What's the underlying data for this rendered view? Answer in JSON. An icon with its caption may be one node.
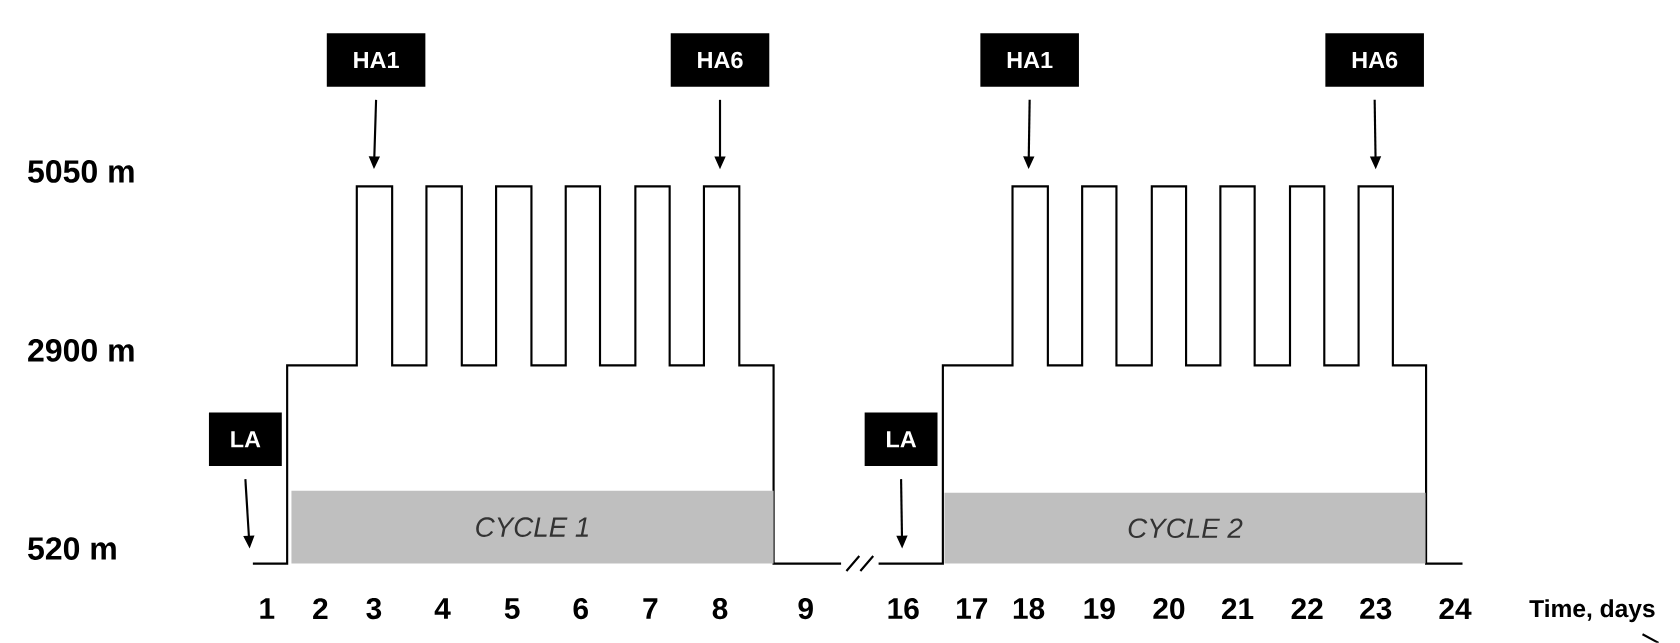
{
  "diagram": {
    "nodes": [
      {
        "text": [
          "HA1"
        ]
      },
      {
        "text": [
          "HA6"
        ]
      },
      {
        "text": [
          "HA1"
        ]
      },
      {
        "text": [
          "HA6"
        ]
      },
      {
        "text": [
          "LA"
        ]
      },
      {
        "text": [
          "CYCLE 1"
        ]
      },
      {
        "text": [
          "LA"
        ]
      },
      {
        "text": [
          "CYCLE 2"
        ]
      }
    ],
    "edges": [
      {
        "from": 0,
        "to": null,
        "arrow": "to"
      },
      {
        "from": 1,
        "to": null,
        "arrow": "to"
      },
      {
        "from": 2,
        "to": null,
        "arrow": "to"
      },
      {
        "from": 3,
        "to": null,
        "arrow": "to"
      },
      {
        "from": 4,
        "to": null,
        "arrow": "to"
      },
      {
        "from": 6,
        "to": null,
        "arrow": "to"
      }
    ],
    "labels": [
      "5050 m",
      "2900 m",
      "520 m",
      "1",
      "2",
      "3",
      "4",
      "5",
      "6",
      "7",
      "8",
      "9",
      "16",
      "17",
      "18",
      "19",
      "20",
      "21",
      "22",
      "23",
      "24",
      "Time, days"
    ]
  }
}
